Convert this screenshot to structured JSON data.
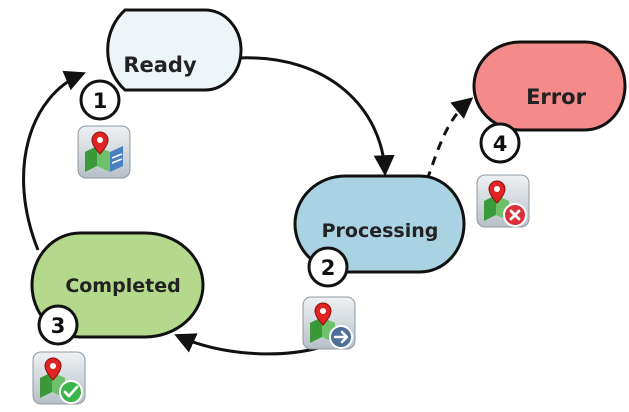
{
  "states": [
    {
      "id": "ready",
      "label": "Ready",
      "number": "1",
      "fill": "#eef5f9",
      "icon": "map-pin-icon"
    },
    {
      "id": "processing",
      "label": "Processing",
      "number": "2",
      "fill": "#a9d3e2",
      "icon": "map-pin-arrow-icon"
    },
    {
      "id": "completed",
      "label": "Completed",
      "number": "3",
      "fill": "#b5d98c",
      "icon": "map-pin-check-icon"
    },
    {
      "id": "error",
      "label": "Error",
      "number": "4",
      "fill": "#f58a8a",
      "icon": "map-pin-error-icon"
    }
  ],
  "transitions": [
    {
      "from": "ready",
      "to": "processing",
      "style": "solid"
    },
    {
      "from": "processing",
      "to": "completed",
      "style": "solid"
    },
    {
      "from": "completed",
      "to": "ready",
      "style": "solid"
    },
    {
      "from": "processing",
      "to": "error",
      "style": "dashed"
    }
  ],
  "colors": {
    "outline": "#111111",
    "icon_tile": "#cfd6db",
    "pin": "#e02424",
    "map_green": "#3a9a3a",
    "map_blue": "#4a7fc0",
    "check": "#39b54a",
    "arrow_badge": "#4f6f99",
    "error_badge": "#d9303a"
  }
}
